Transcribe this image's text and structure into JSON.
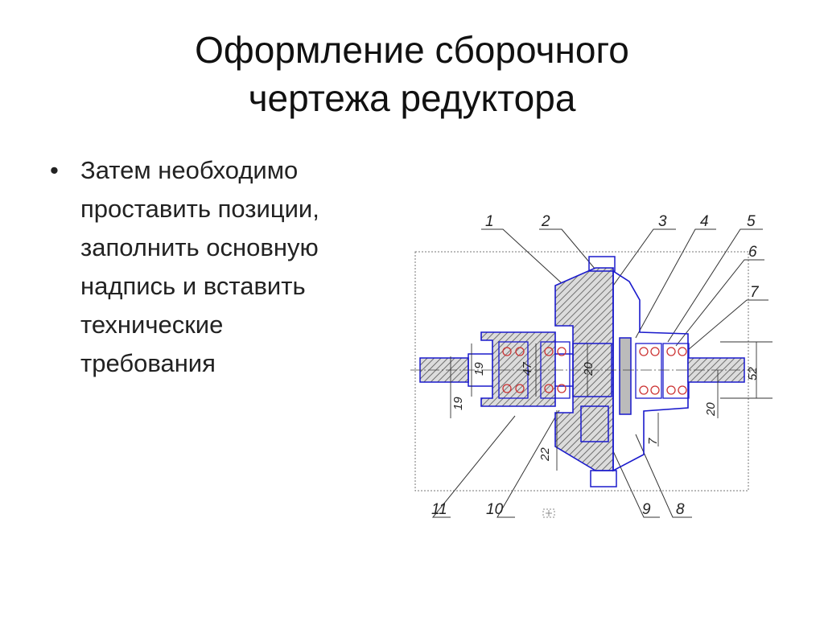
{
  "slide": {
    "title_lines": [
      "Оформление сборочного",
      "чертежа редуктора"
    ],
    "bullet": {
      "marker": "•",
      "lines": [
        "Затем необходимо",
        "проставить позиции,",
        "заполнить основную",
        "надпись и вставить",
        "технические",
        "требования"
      ]
    }
  },
  "drawing": {
    "positions": [
      "1",
      "2",
      "3",
      "4",
      "5",
      "6",
      "7",
      "8",
      "9",
      "10",
      "11"
    ],
    "dimensions": {
      "d19_inner": "19",
      "d47": "47",
      "d20_shaft": "20",
      "d19_left": "19",
      "d22": "22",
      "d7": "7",
      "d20_right": "20",
      "d52": "52"
    },
    "colors": {
      "outline": "#1a1acc",
      "leader": "#333333",
      "hatch": "#555555"
    }
  }
}
